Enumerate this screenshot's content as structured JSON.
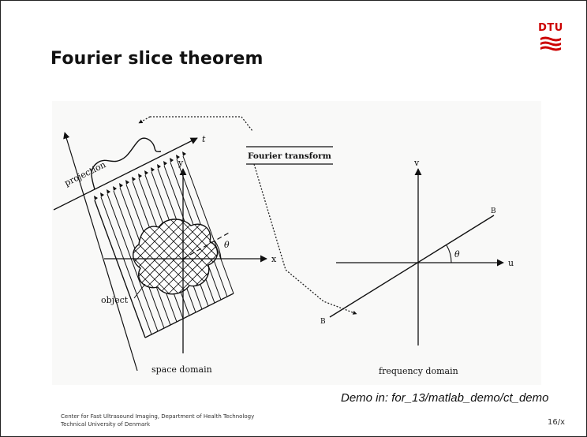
{
  "slide": {
    "title": "Fourier slice theorem",
    "logo_text": "DTU",
    "brand_color": "#c00000",
    "demo_note": "Demo in: for_13/matlab_demo/ct_demo",
    "footer_line1": "Center for Fast Ultrasound Imaging, Department of Health Technology",
    "footer_line2": "Technical University of Denmark",
    "page_number": "16/x"
  },
  "diagram": {
    "projection_label": "projection",
    "t_axis_label": "t",
    "y_axis_label": "y",
    "x_axis_label": "x",
    "theta_label_left": "θ",
    "object_label": "object",
    "space_domain_label": "space domain",
    "fourier_transform_label": "Fourier transform",
    "v_axis_label": "v",
    "u_axis_label": "u",
    "b_label_top": "B",
    "b_label_bottom": "B",
    "theta_label_right": "θ",
    "frequency_domain_label": "frequency domain"
  }
}
